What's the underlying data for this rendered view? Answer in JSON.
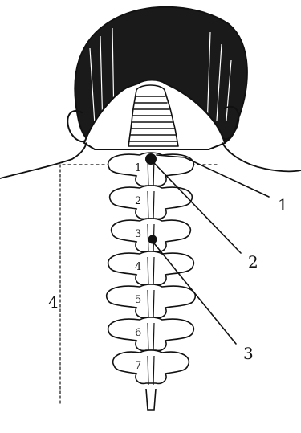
{
  "vertebra_numbers": [
    "1",
    "2",
    "3",
    "4",
    "5",
    "6",
    "7"
  ],
  "callouts": [
    "1",
    "2",
    "3",
    "4"
  ],
  "colors": {
    "ink": "#111111",
    "background": "#ffffff"
  }
}
